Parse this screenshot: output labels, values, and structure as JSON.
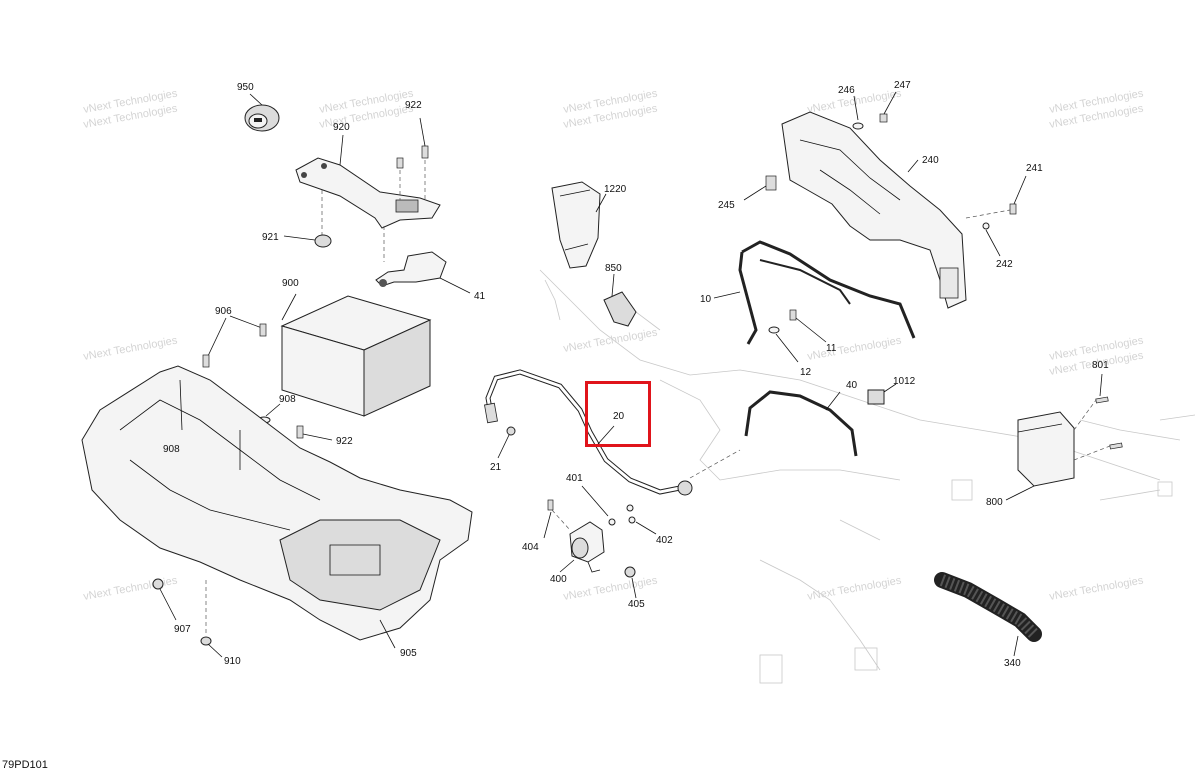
{
  "diagram": {
    "reference_code": "79PD101",
    "watermark_text": "vNext Technologies",
    "highlight_color": "#e0141b",
    "highlighted_part": "20",
    "callouts": {
      "p950": "950",
      "p920": "920",
      "p922a": "922",
      "p921": "921",
      "p41": "41",
      "p900": "900",
      "p906": "906",
      "p908a": "908",
      "p908b": "908",
      "p922b": "922",
      "p907": "907",
      "p910": "910",
      "p905": "905",
      "p1220": "1220",
      "p850": "850",
      "p21": "21",
      "p20": "20",
      "p401": "401",
      "p404": "404",
      "p402": "402",
      "p400": "400",
      "p405": "405",
      "p246": "246",
      "p247": "247",
      "p240": "240",
      "p245": "245",
      "p241": "241",
      "p242": "242",
      "p10": "10",
      "p11": "11",
      "p12": "12",
      "p40": "40",
      "p1012": "1012",
      "p801": "801",
      "p800": "800",
      "p340": "340"
    }
  }
}
